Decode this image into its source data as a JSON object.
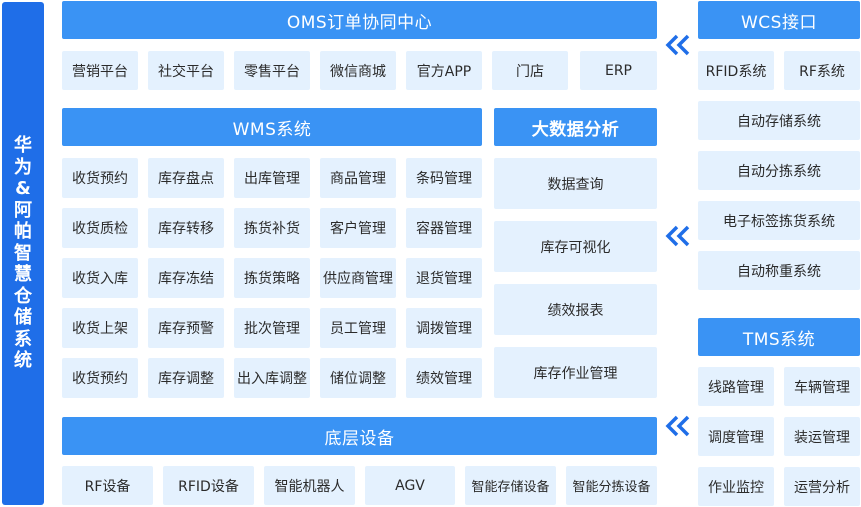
{
  "side_title": [
    "华",
    "为",
    "&",
    "阿",
    "帕",
    "智",
    "慧",
    "仓",
    "储",
    "系",
    "统"
  ],
  "oms": {
    "title": "OMS订单协同中心",
    "items": [
      "营销平台",
      "社交平台",
      "零售平台",
      "微信商城",
      "官方APP",
      "门店",
      "ERP"
    ]
  },
  "wms": {
    "title": "WMS系统",
    "rows": [
      [
        "收货预约",
        "库存盘点",
        "出库管理",
        "商品管理",
        "条码管理"
      ],
      [
        "收货质检",
        "库存转移",
        "拣货补货",
        "客户管理",
        "容器管理"
      ],
      [
        "收货入库",
        "库存冻结",
        "拣货策略",
        "供应商管理",
        "退货管理"
      ],
      [
        "收货上架",
        "库存预警",
        "批次管理",
        "员工管理",
        "调拨管理"
      ],
      [
        "收货预约",
        "库存调整",
        "出入库调整",
        "储位调整",
        "绩效管理"
      ]
    ]
  },
  "bigdata": {
    "title": "大数据分析",
    "items": [
      "数据查询",
      "库存可视化",
      "绩效报表",
      "库存作业管理"
    ]
  },
  "base": {
    "title": "底层设备",
    "items": [
      "RF设备",
      "RFID设备",
      "智能机器人",
      "AGV",
      "智能存储设备",
      "智能分拣设备"
    ]
  },
  "wcs": {
    "title": "WCS接口",
    "top": [
      "RFID系统",
      "RF系统"
    ],
    "items": [
      "自动存储系统",
      "自动分拣系统",
      "电子标签拣货系统",
      "自动称重系统"
    ]
  },
  "tms": {
    "title": "TMS系统",
    "rows": [
      [
        "线路管理",
        "车辆管理"
      ],
      [
        "调度管理",
        "装运管理"
      ],
      [
        "作业监控",
        "运营分析"
      ]
    ]
  },
  "colors": {
    "side": "#1f6ee8",
    "header": "#3a93f4",
    "cell": "#e4f1fe",
    "chevron": "#1f6ee8"
  },
  "icons": {
    "arrow": "double-chevron-left-icon"
  }
}
